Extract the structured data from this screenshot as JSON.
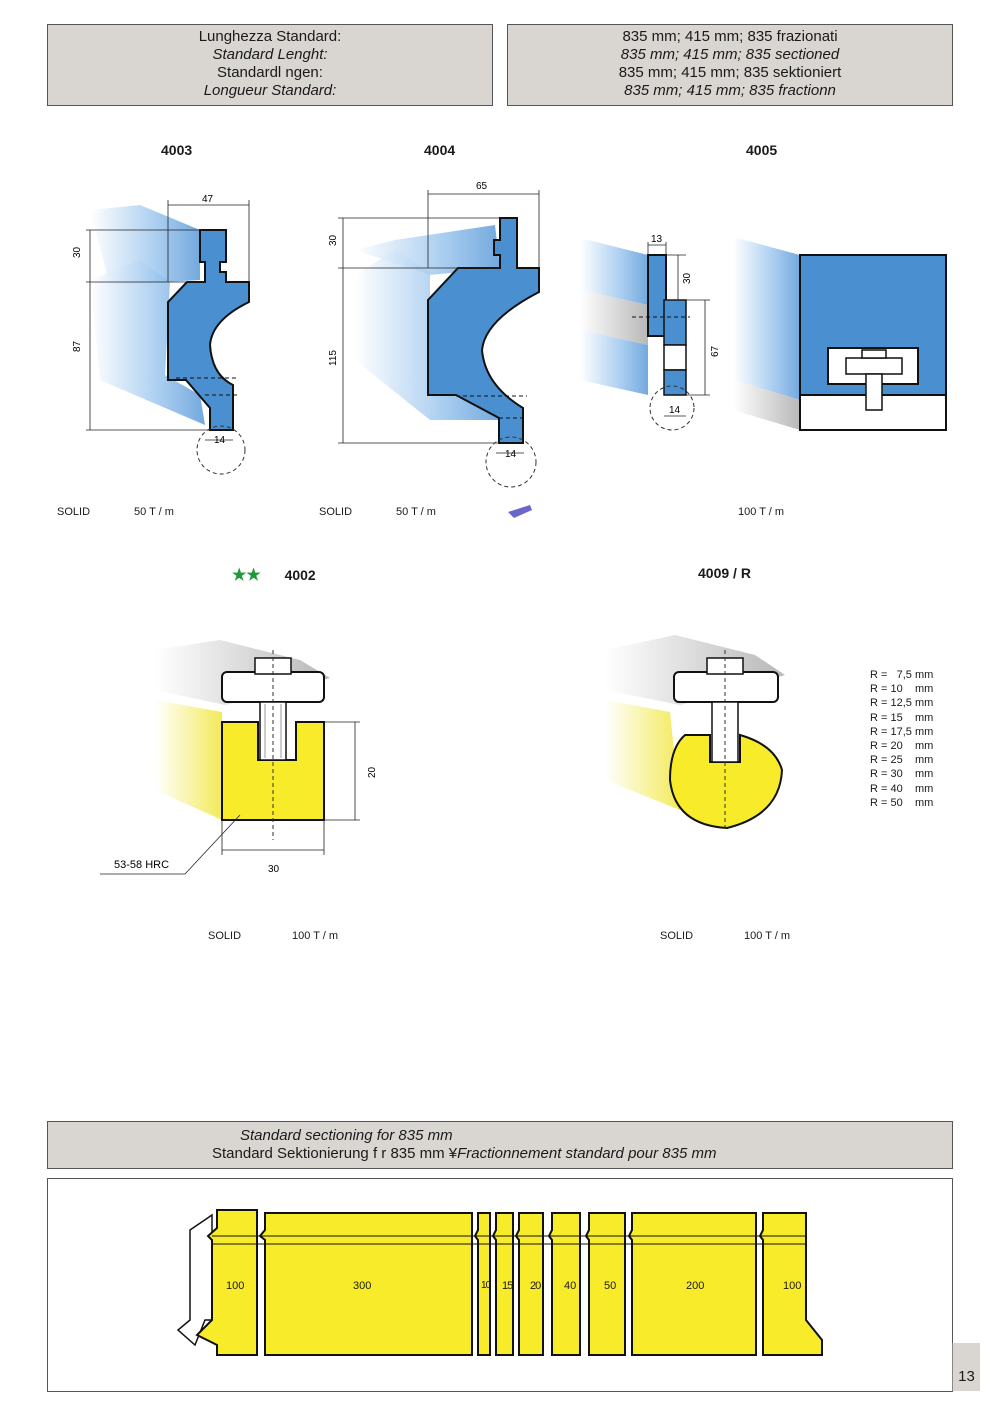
{
  "header_left": {
    "lines": [
      "Lunghezza Standard:",
      "Standard Lenght:",
      "Standardl ngen:",
      "Longueur Standard:"
    ]
  },
  "header_right": {
    "lines": [
      "835 mm; 415 mm; 835 frazionati",
      "835 mm; 415 mm; 835 sectioned",
      "835 mm; 415 mm; 835 sektioniert",
      "835 mm; 415 mm; 835 fractionn"
    ]
  },
  "tools": [
    {
      "code": "4003",
      "type": "SOLID",
      "load": "50 T / m",
      "dims": {
        "width": "47",
        "h1": "30",
        "h2": "87",
        "tip": "14"
      }
    },
    {
      "code": "4004",
      "type": "SOLID",
      "load": "50 T / m",
      "dims": {
        "width": "65",
        "h1": "30",
        "h2": "115",
        "tip": "14"
      }
    },
    {
      "code": "4005",
      "type": "",
      "load": "100 T / m",
      "dims": {
        "width": "13",
        "h1": "30",
        "h2": "67",
        "tip": "14"
      }
    },
    {
      "code": "4002",
      "type": "SOLID",
      "load": "100 T / m",
      "stars": "★★",
      "dims": {
        "height": "20",
        "width": "30",
        "hardness": "53-58 HRC"
      }
    },
    {
      "code": "4009 / R",
      "type": "SOLID",
      "load": "100 T / m"
    }
  ],
  "radius_list": [
    "R =   7,5 mm",
    "R = 10    mm",
    "R = 12,5 mm",
    "R = 15    mm",
    "R = 17,5 mm",
    "R = 20    mm",
    "R = 25    mm",
    "R = 30    mm",
    "R = 40    mm",
    "R = 50    mm"
  ],
  "sectioning": {
    "line1": "Standard sectioning for 835 mm",
    "line2a": "Standard Sektionierung f r 835 mm ¥",
    "line2b": "Fractionnement standard pour 835 mm",
    "segments": [
      "100",
      "300",
      "10",
      "15",
      "20",
      "40",
      "50",
      "200",
      "100"
    ]
  },
  "page_number": "13",
  "colors": {
    "blue": "#4a8fd0",
    "yellow": "#f8eb2a",
    "panel": "#d9d6d2",
    "stars": "#1f9a3a"
  }
}
